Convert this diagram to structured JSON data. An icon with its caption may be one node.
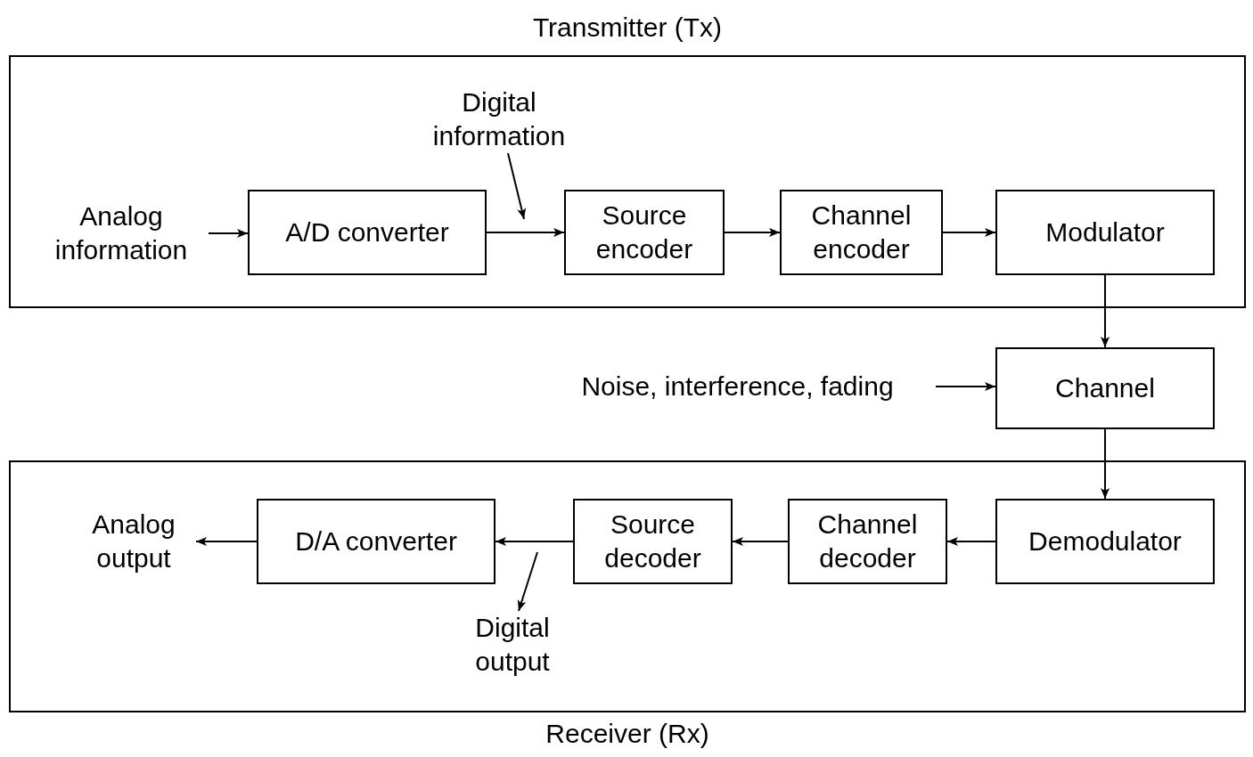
{
  "diagram": {
    "nodes": [
      {
        "text": [
          "Transmitter (Tx)"
        ]
      },
      {
        "text": [
          "Analog information"
        ],
        "in": 0
      },
      {
        "text": [
          "A/D converter"
        ],
        "in": 0
      },
      {
        "text": [
          "Digital information"
        ],
        "in": 0
      },
      {
        "text": [
          "Source encoder"
        ],
        "in": 0
      },
      {
        "text": [
          "Channel encoder"
        ],
        "in": 0
      },
      {
        "text": [
          "Modulator"
        ],
        "in": 0
      },
      {
        "text": [
          "Noise, interference, fading"
        ]
      },
      {
        "text": [
          "Channel"
        ]
      },
      {
        "text": [
          "Receiver (Rx)"
        ]
      },
      {
        "text": [
          "Demodulator"
        ],
        "in": 9
      },
      {
        "text": [
          "Channel decoder"
        ],
        "in": 9
      },
      {
        "text": [
          "Source decoder"
        ],
        "in": 9
      },
      {
        "text": [
          "D/A converter"
        ],
        "in": 9
      },
      {
        "text": [
          "Analog output"
        ],
        "in": 9
      },
      {
        "text": [
          "Digital output"
        ],
        "in": 9
      }
    ],
    "edges": [
      {
        "from": 1,
        "to": 2,
        "arrow": "to"
      },
      {
        "from": 2,
        "to": 4,
        "arrow": "to"
      },
      {
        "from": 3,
        "to": null,
        "arrow": "to"
      },
      {
        "from": 4,
        "to": 5,
        "arrow": "to"
      },
      {
        "from": 5,
        "to": 6,
        "arrow": "to"
      },
      {
        "from": 6,
        "to": 8,
        "arrow": "to"
      },
      {
        "from": 7,
        "to": 8,
        "arrow": "to"
      },
      {
        "from": 8,
        "to": 10,
        "arrow": "to"
      },
      {
        "from": 10,
        "to": 11,
        "arrow": "to"
      },
      {
        "from": 11,
        "to": 12,
        "arrow": "to"
      },
      {
        "from": 12,
        "to": 13,
        "arrow": "to"
      },
      {
        "from": null,
        "to": 15,
        "arrow": "to"
      },
      {
        "from": 13,
        "to": 14,
        "arrow": "to"
      }
    ]
  }
}
